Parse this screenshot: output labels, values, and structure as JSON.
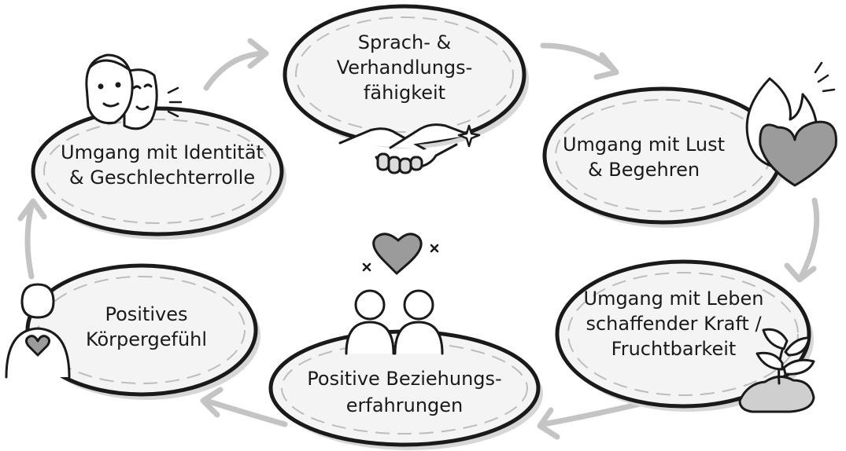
{
  "colors": {
    "ink": "#1a1a1a",
    "ellipse_fill": "#f4f4f4",
    "shade": "#cfcfcf",
    "arrow": "#c4c4c4"
  },
  "nodes": [
    {
      "id": "sprach",
      "lines": [
        "Sprach- &",
        "Verhandlungs-",
        "fähigkeit"
      ],
      "icon": "handshake-icon"
    },
    {
      "id": "lust",
      "lines": [
        "Umgang mit Lust",
        "& Begehren"
      ],
      "icon": "flame-heart-icon"
    },
    {
      "id": "leben",
      "lines": [
        "Umgang mit Leben",
        "schaffender Kraft /",
        "Fruchtbarkeit"
      ],
      "icon": "sprout-icon"
    },
    {
      "id": "beziehung",
      "lines": [
        "Positive Beziehungs-",
        "erfahrungen"
      ],
      "icon": "couple-heart-icon"
    },
    {
      "id": "koerper",
      "lines": [
        "Positives",
        "Körpergefühl"
      ],
      "icon": "person-heart-icon"
    },
    {
      "id": "identitaet",
      "lines": [
        "Umgang mit Identität",
        "& Geschlechterrolle"
      ],
      "icon": "faces-masks-icon"
    }
  ]
}
